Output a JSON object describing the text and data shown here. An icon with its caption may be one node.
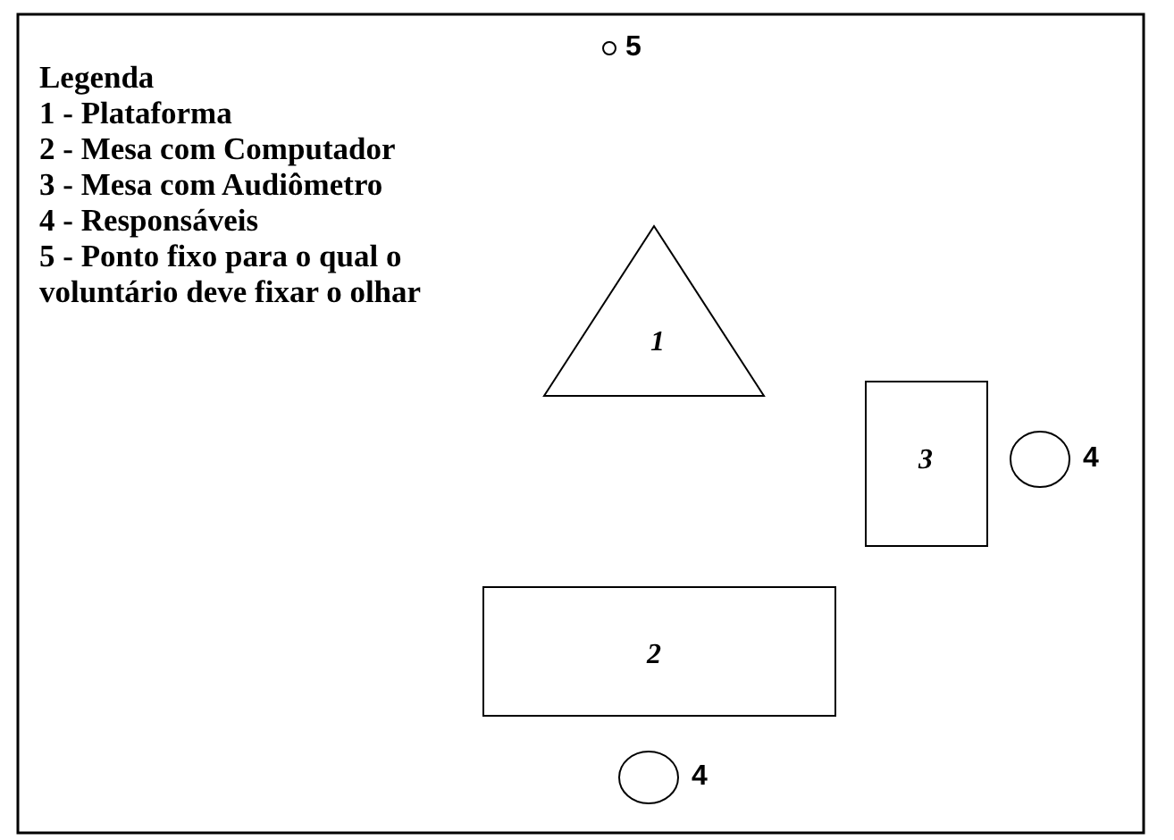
{
  "diagram": {
    "nodes": [
      {
        "text": [],
        "shape": "circle",
        "beside": [
          "5"
        ]
      },
      {
        "text": [
          "1"
        ]
      },
      {
        "text": [
          "3"
        ]
      },
      {
        "text": [],
        "shape": "circle",
        "beside": [
          "4"
        ]
      },
      {
        "text": [
          "2"
        ]
      },
      {
        "text": [],
        "shape": "circle",
        "beside": [
          "4"
        ]
      }
    ],
    "edges": [],
    "labels": [
      "Legenda",
      "1 - Plataforma",
      "2 - Mesa com Computador",
      "3 - Mesa com Audiômetro",
      "4 - Responsáveis",
      "5 - Ponto fixo para o qual o voluntário deve fixar o olhar"
    ]
  }
}
